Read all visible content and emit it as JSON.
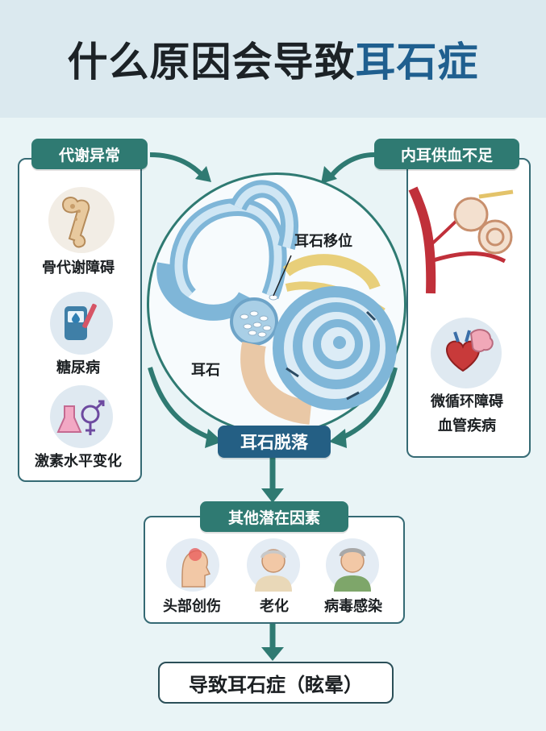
{
  "title": {
    "prefix": "什么原因会导致",
    "accent": "耳石症"
  },
  "left_panel": {
    "header": "代谢异常",
    "items": [
      "骨代谢障碍",
      "糖尿病",
      "激素水平变化"
    ]
  },
  "right_panel": {
    "header": "内耳供血不足",
    "items": [
      "微循环障碍",
      "血管疾病"
    ]
  },
  "center": {
    "label_move": "耳石移位",
    "label_stone": "耳石",
    "result": "耳石脱落"
  },
  "other_factors": {
    "header": "其他潜在因素",
    "items": [
      "头部创伤",
      "老化",
      "病毒感染"
    ]
  },
  "final": "导致耳石症（眩晕）",
  "colors": {
    "teal": "#2f7a72",
    "navy": "#245f84",
    "ear": "#7fb6d8",
    "bone": "#e8c99e"
  }
}
